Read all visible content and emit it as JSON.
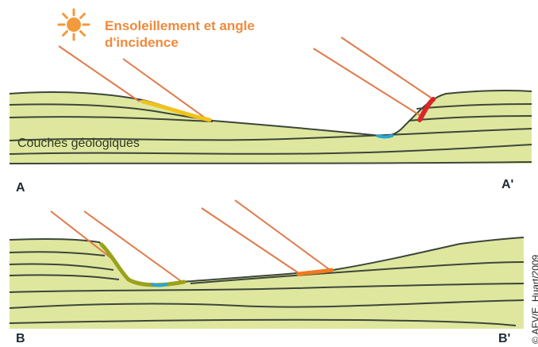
{
  "title_lines": [
    "Ensoleillement et angle",
    "d'incidence"
  ],
  "layers_label": "Couches géologiques",
  "section_labels": {
    "a": "A",
    "a_prime": "A'",
    "b": "B",
    "b_prime": "B'"
  },
  "credit": "© AFV/E. Huart/2009",
  "colors": {
    "ground": "#dfe79f",
    "layer_line": "#3c463a",
    "sun": "#f39a3c",
    "ray": "#e07a4a",
    "high_exposure": "#f2c21a",
    "very_high_exposure": "#d8262b",
    "medium_exposure": "#ef7b1f",
    "steep_slope_exposure": "#9aa21a",
    "shaded_hollow": "#27a6d6",
    "text_orange": "#f08a3c"
  },
  "icons": [
    "sun-icon"
  ]
}
